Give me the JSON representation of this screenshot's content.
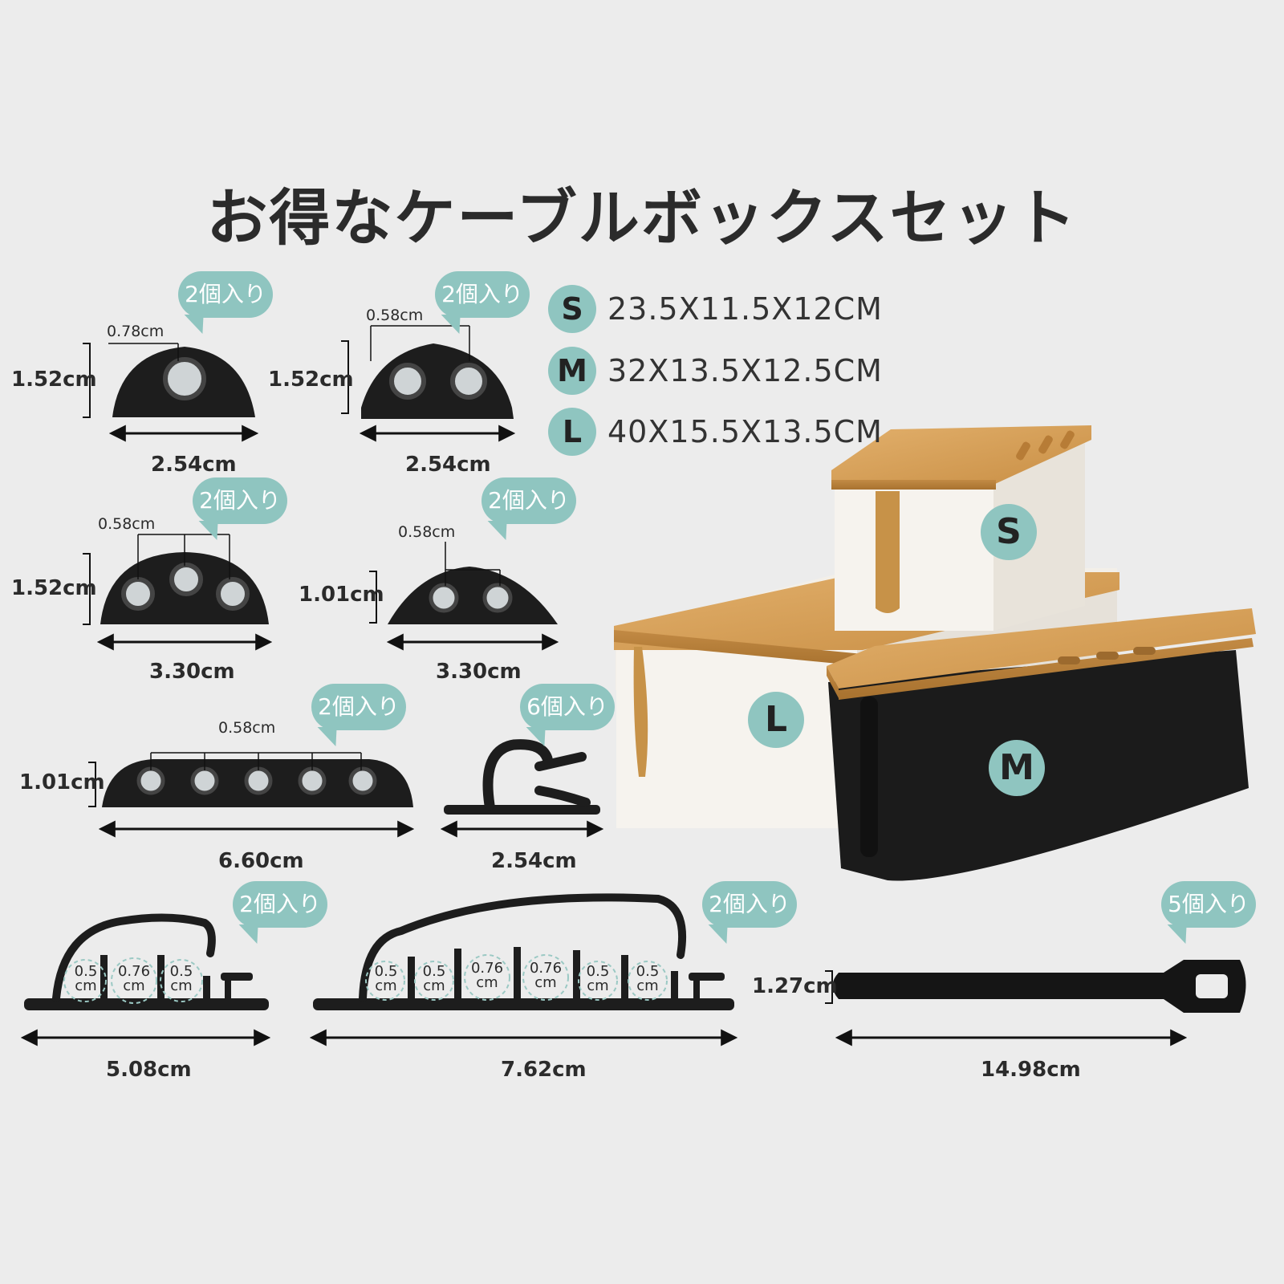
{
  "title": "お得なケーブルボックスセット",
  "accent_color": "#8fc5c0",
  "box_sizes": [
    {
      "letter": "S",
      "dims": "23.5X11.5X12CM"
    },
    {
      "letter": "M",
      "dims": "32X13.5X12.5CM"
    },
    {
      "letter": "L",
      "dims": "40X15.5X13.5CM"
    }
  ],
  "box_labels": {
    "s": "S",
    "l": "L",
    "m": "M"
  },
  "clips": [
    {
      "qty": "2個入り",
      "slot": "0.78cm",
      "height": "1.52cm",
      "width": "2.54cm"
    },
    {
      "qty": "2個入り",
      "slot": "0.58cm",
      "height": "1.52cm",
      "width": "2.54cm"
    },
    {
      "qty": "2個入り",
      "slot": "0.58cm",
      "height": "1.52cm",
      "width": "3.30cm"
    },
    {
      "qty": "2個入り",
      "slot": "0.58cm",
      "height": "1.01cm",
      "width": "3.30cm"
    },
    {
      "qty": "2個入り",
      "slot": "0.58cm",
      "height": "1.01cm",
      "width": "6.60cm"
    },
    {
      "qty": "6個入り",
      "width": "2.54cm"
    }
  ],
  "organizers": [
    {
      "qty": "2個入り",
      "width": "5.08cm",
      "slots": [
        {
          "v": "0.5",
          "u": "cm"
        },
        {
          "v": "0.76",
          "u": "cm"
        },
        {
          "v": "0.5",
          "u": "cm"
        }
      ]
    },
    {
      "qty": "2個入り",
      "width": "7.62cm",
      "slots": [
        {
          "v": "0.5",
          "u": "cm"
        },
        {
          "v": "0.5",
          "u": "cm"
        },
        {
          "v": "0.76",
          "u": "cm"
        },
        {
          "v": "0.76",
          "u": "cm"
        },
        {
          "v": "0.5",
          "u": "cm"
        },
        {
          "v": "0.5",
          "u": "cm"
        }
      ]
    }
  ],
  "velcro": {
    "qty": "5個入り",
    "height": "1.27cm",
    "width": "14.98cm"
  }
}
